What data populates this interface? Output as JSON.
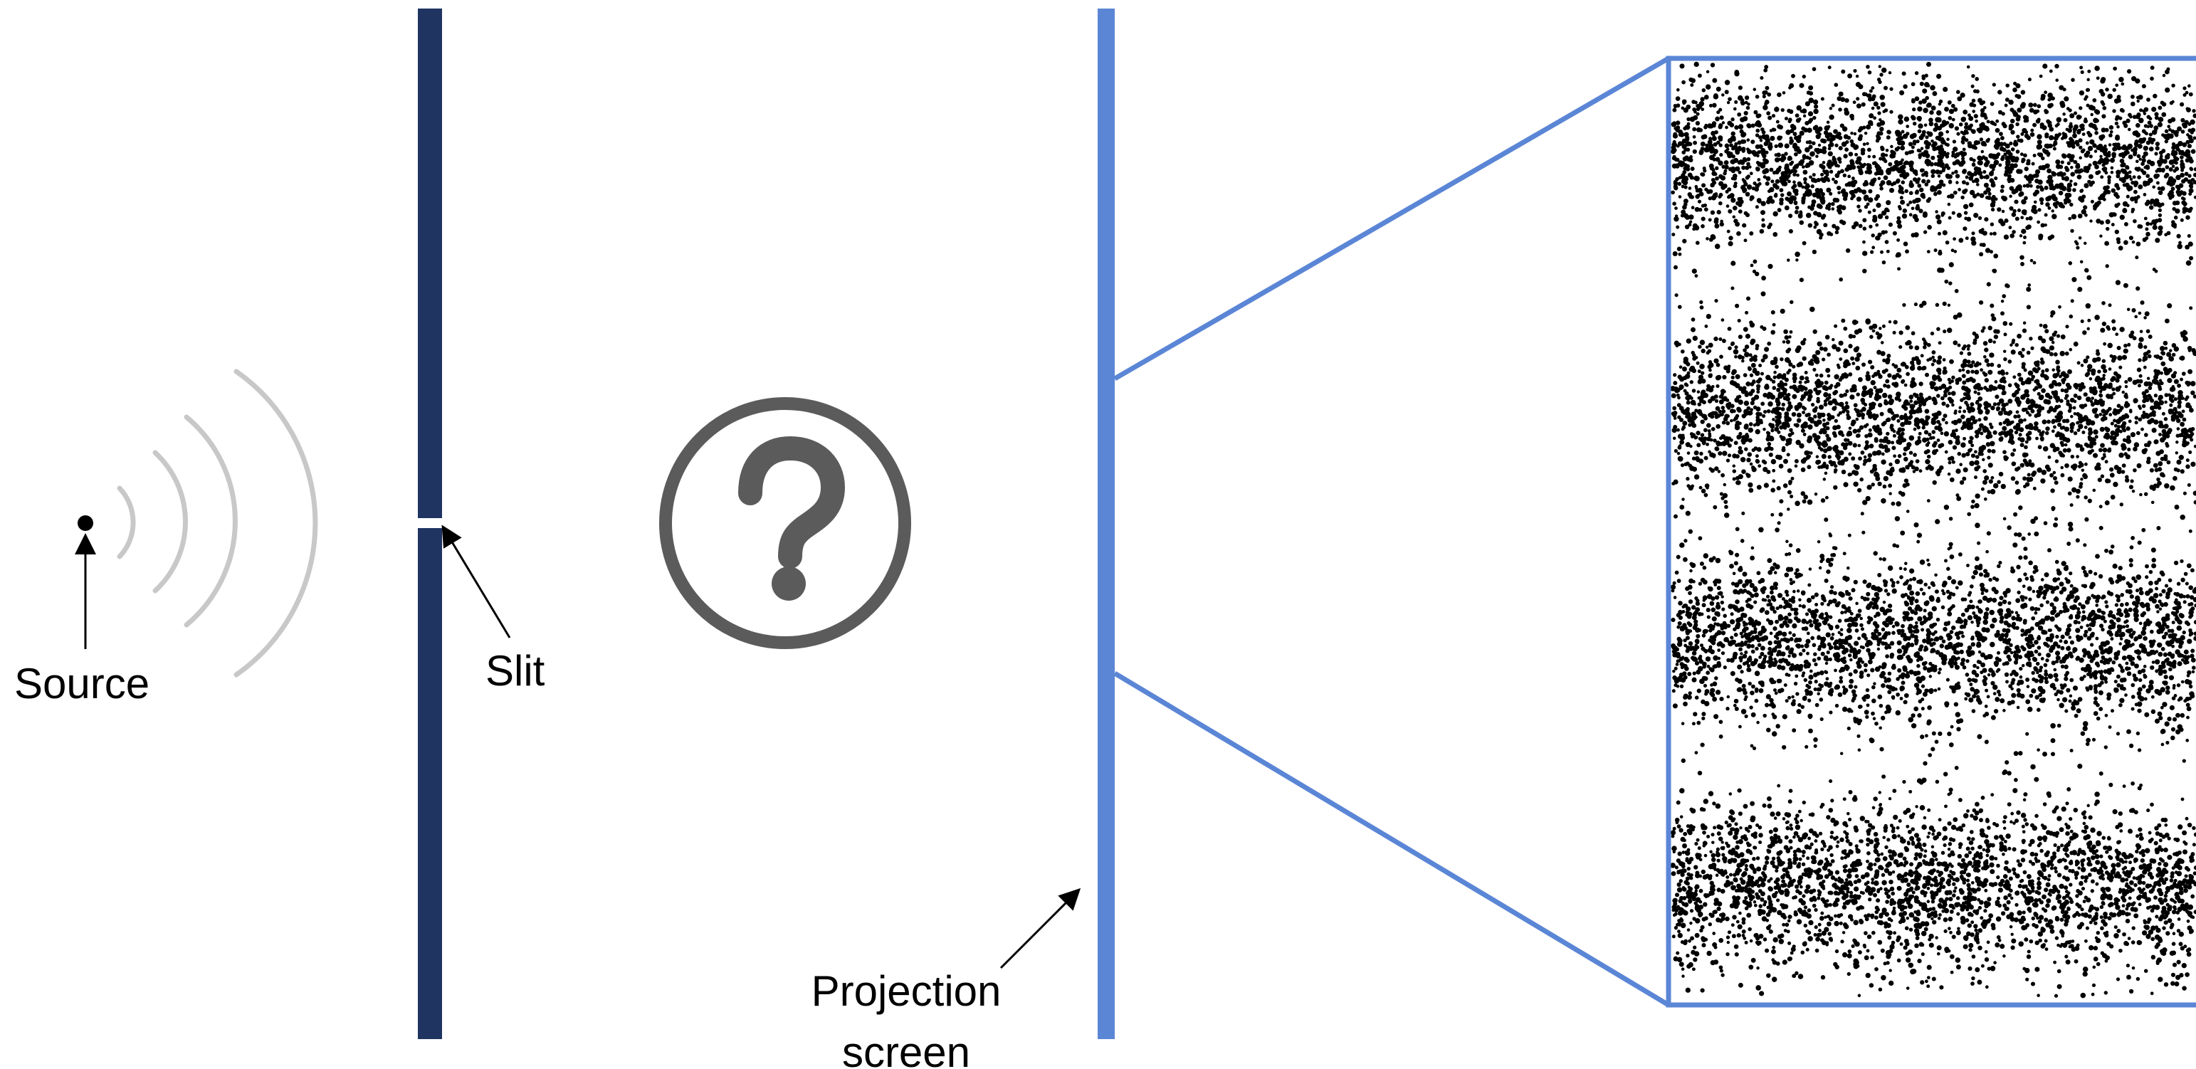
{
  "labels": {
    "source": "Source",
    "slit": "Slit",
    "projection_line1": "Projection",
    "projection_line2": "screen"
  },
  "icons": {
    "unknown": "question-mark-circle-icon"
  },
  "colors": {
    "slit_barrier": "#1f3461",
    "projection_screen": "#5b86d6",
    "waves": "#c8c8c8",
    "question_icon": "#5b5b5b",
    "pattern_dots": "#000000",
    "text": "#000000"
  },
  "pattern": {
    "bands": 4
  }
}
